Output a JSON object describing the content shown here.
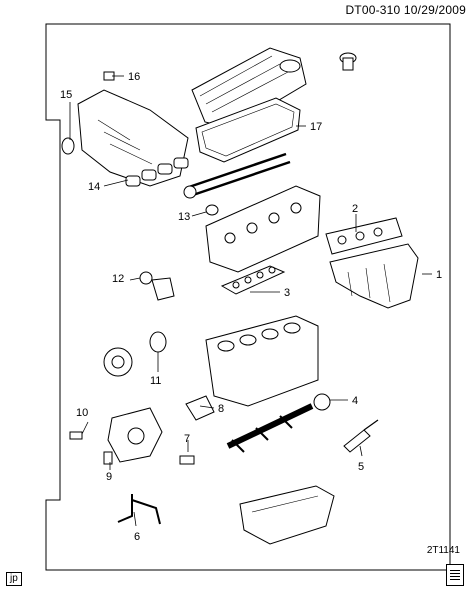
{
  "header": {
    "code_date": "DT00-310  10/29/2009"
  },
  "footer": {
    "ref": "2T1141",
    "badge": "jp"
  },
  "callouts": {
    "c1": "1",
    "c2": "2",
    "c3": "3",
    "c4": "4",
    "c5": "5",
    "c6": "6",
    "c7": "7",
    "c8": "8",
    "c9": "9",
    "c10": "10",
    "c11": "11",
    "c12": "12",
    "c13": "13",
    "c14": "14",
    "c15": "15",
    "c16": "16",
    "c17": "17"
  }
}
